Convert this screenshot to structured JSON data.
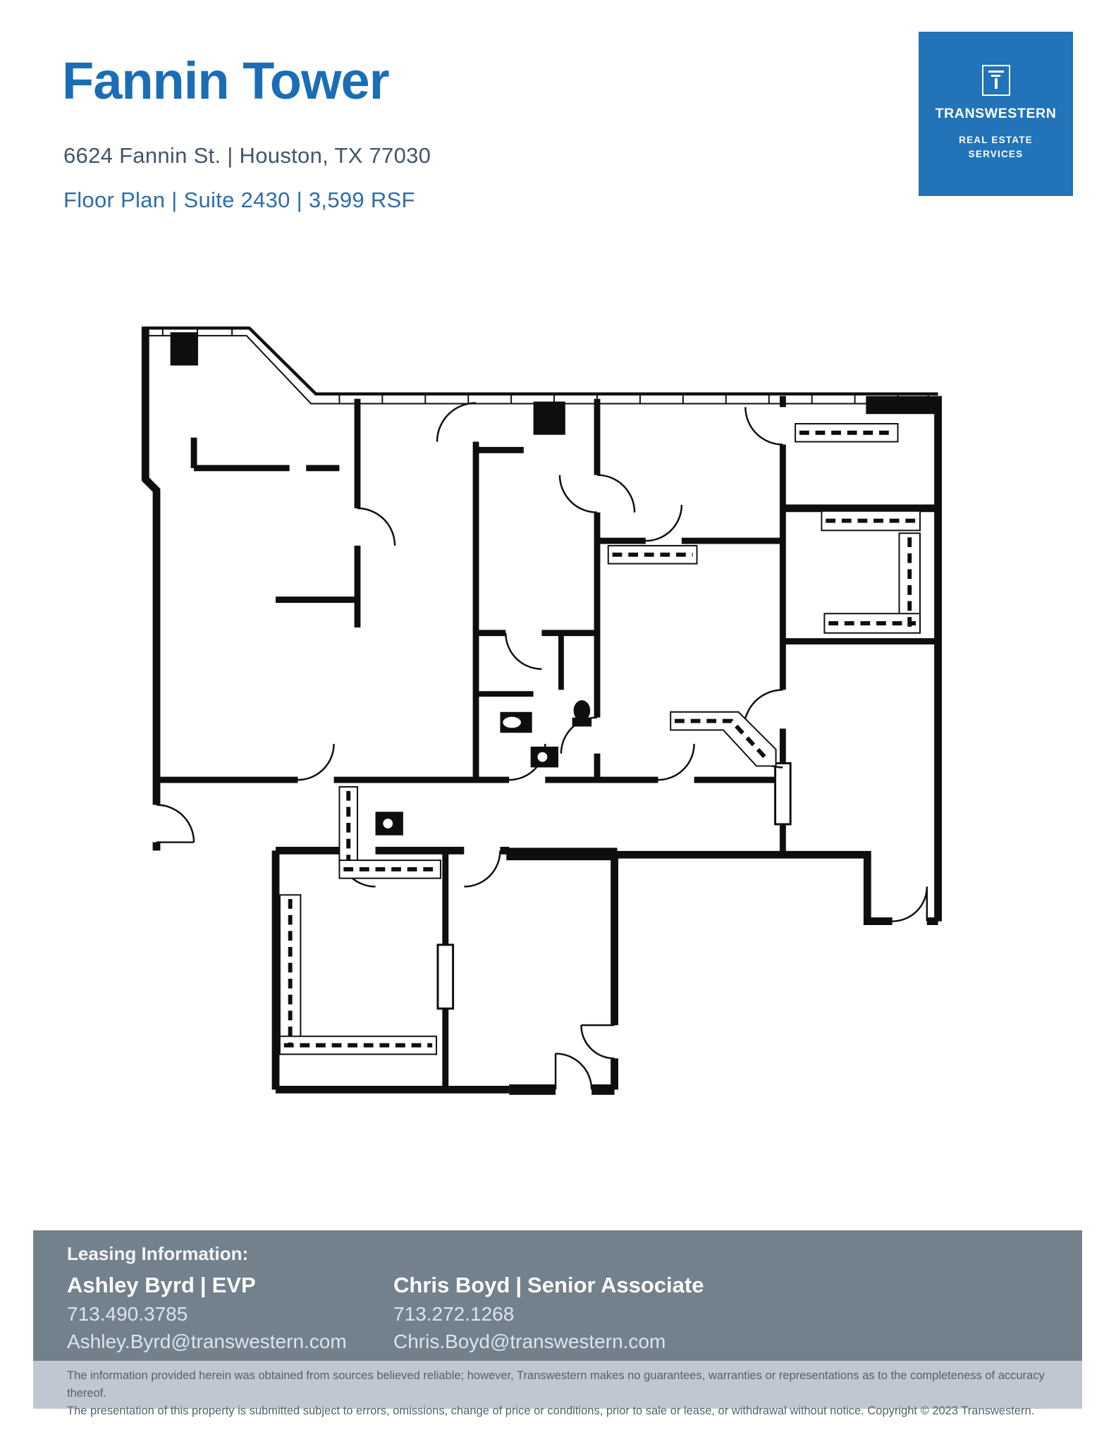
{
  "header": {
    "title": "Fannin Tower",
    "address": "6624 Fannin St. | Houston, TX 77030",
    "subtitle": "Floor Plan | Suite 2430 | 3,599 RSF"
  },
  "logo": {
    "brand": "TRANSWESTERN",
    "tagline1": "REAL ESTATE",
    "tagline2": "SERVICES"
  },
  "footer": {
    "heading": "Leasing Information:",
    "separator": "|",
    "agents": [
      {
        "name": "Ashley Byrd",
        "role": "EVP",
        "phone": "713.490.3785",
        "email": "Ashley.Byrd@transwestern.com"
      },
      {
        "name": "Chris Boyd",
        "role": "Senior Associate",
        "phone": "713.272.1268",
        "email": "Chris.Boyd@transwestern.com"
      }
    ]
  },
  "disclaimer": {
    "line1": "The information provided herein was obtained from sources believed reliable; however, Transwestern makes no guarantees, warranties or representations as to the completeness of accuracy thereof.",
    "line2": "The presentation of this property is submitted subject to errors, omissions, change of price or conditions, prior to sale or lease, or withdrawal without notice. Copyright © 2023 Transwestern."
  },
  "colors": {
    "title_blue": "#1b6eb5",
    "subtitle_blue": "#2e6da9",
    "address_slate": "#44546a",
    "logo_blue": "#2273b8",
    "footer_dark_band": "#73818d",
    "footer_light_band": "#bfc8d1",
    "plan_ink": "#0e0e0e"
  }
}
